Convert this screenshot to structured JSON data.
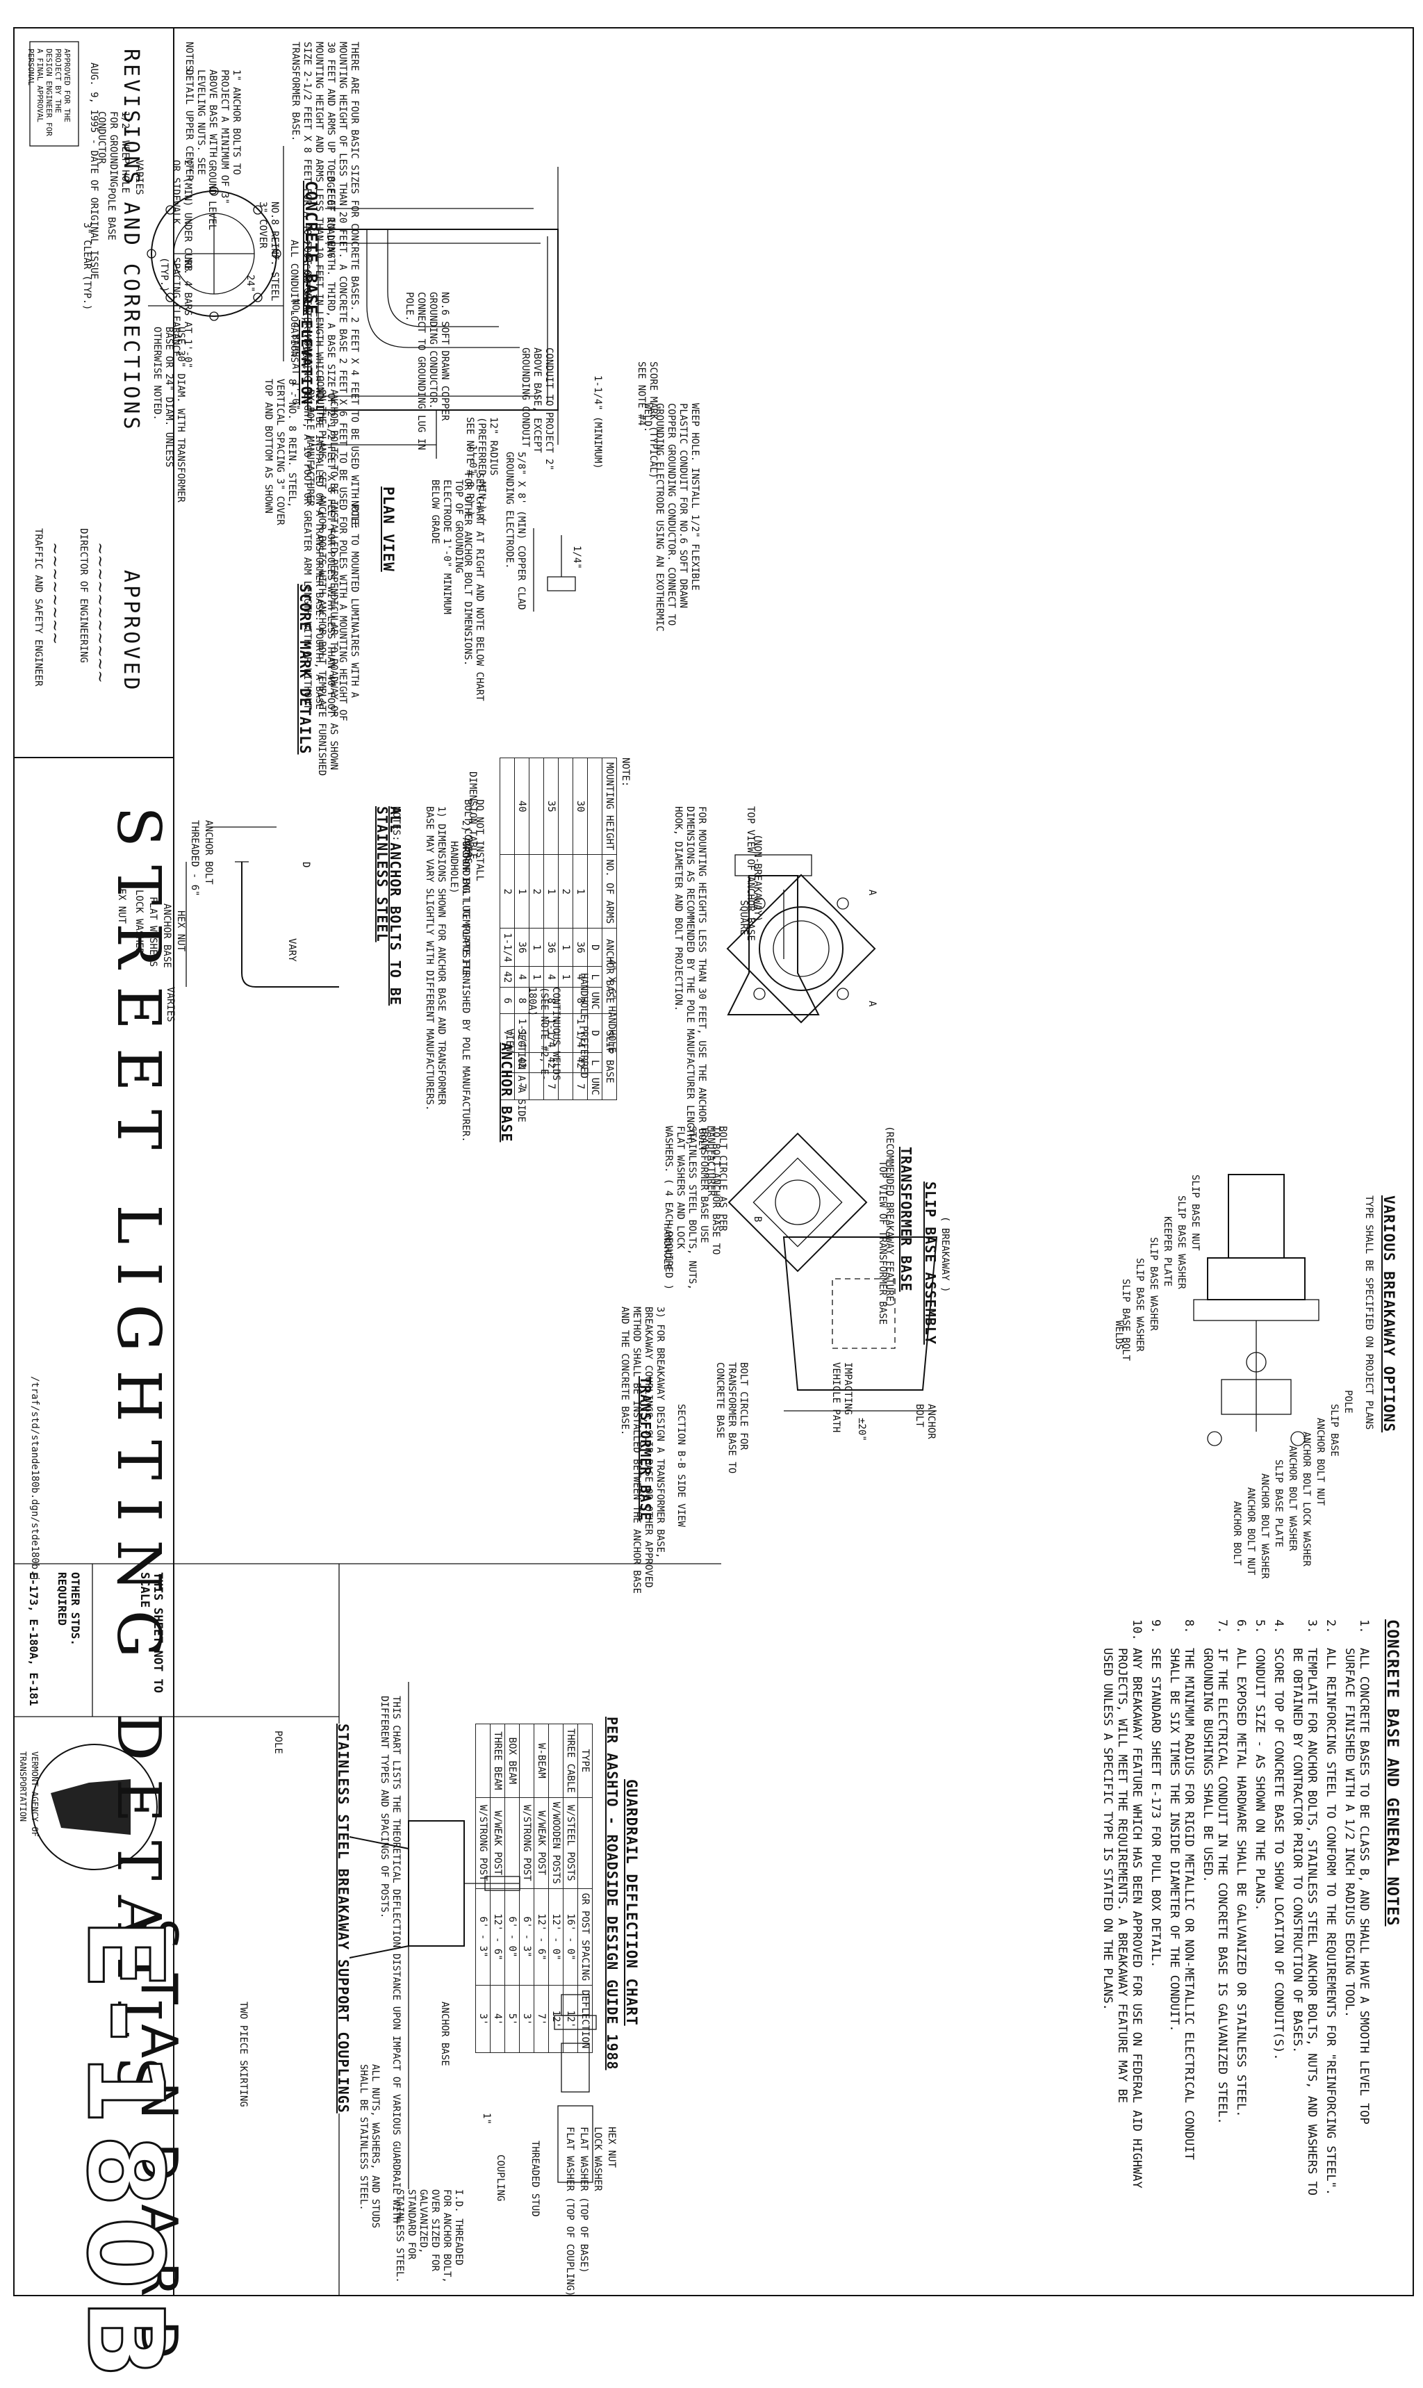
{
  "sheet": {
    "title": "STREET LIGHTING DETAILS",
    "standard_label": "STANDARD",
    "sheet_number": "E-180B",
    "agency": "VERMONT AGENCY OF TRANSPORTATION",
    "not_to_scale": "THIS SHEET NOT TO SCALE",
    "other_stds_label": "OTHER STDS. REQUIRED",
    "other_stds_value": "E-173, E-180A, E-181",
    "file_path": "/traf/std/stande180b.dgn/stde180b.j"
  },
  "revisions": {
    "heading": "REVISIONS AND CORRECTIONS",
    "entry": "AUG. 9, 1995 - DATE OF ORIGINAL ISSUE",
    "approved_heading": "APPROVED",
    "approver1_title": "DIRECTOR OF ENGINEERING",
    "approver2_title": "TRAFFIC AND SAFETY ENGINEER",
    "stamp": "APPROVED FOR THE PROJECT BY THE DESIGN ENGINEER FOR A FINAL APPROVAL PERSONAL"
  },
  "concrete_base": {
    "title": "CONCRETE BASE",
    "plan_view_title": "PLAN VIEW",
    "elevation_title": "ELEVATION",
    "score_title": "SCORE MARK DETAILS",
    "labels": {
      "edge_of_roadway": "EDGE OF ROADWAY",
      "pole_base": "POLE BASE",
      "clear": "3\" CLEAR (TYP.)",
      "varies": "VARIES",
      "weep": "1/2\" WEEP HOLE FOR GROUNDING CONDUCTOR",
      "anchor_note": "ANCHOR BOLTS TO BE INSTALLED PERPENDICULAR TO ROADWAY OR AS SHOWN ON THE PLANS. SET ANCHOR BOLTS WITH ANCHOR BOLT TEMPLATE FURNISHED BY POLE MANUFACTURER",
      "conduit": "CONDUIT",
      "score_mark": "2\" SCORE MARK, TYPICAL ALL CONDUIT LOCATIONS",
      "rebar_ties": "NO. 4 BARS AT 1'-0\"",
      "rebar_main": "8 - NO. 8 REIN. STEEL, VERTICAL SPACING 3\" COVER TOP AND BOTTOM AS SHOWN",
      "dia": "USE 30\" DIAM. WITH TRANSFORMER BASE OR 24\" DIAM. UNLESS OTHERWISE NOTED.",
      "dim24": "24\"",
      "see_chart": "SEE CHART AT RIGHT AND NOTE BELOW CHART FOR OTHER ANCHOR BOLT DIMENSIONS.",
      "notes_label": "NOTE:",
      "project_2in": "1\" ANCHOR BOLTS TO PROJECT A MINIMUM OF 3\" ABOVE BASE WITH LEVELING NUTS. SEE DETAIL UPPER CENTER.",
      "ground_level": "GROUND LEVEL",
      "under_curb": "2\" (MIN) UNDER CURB OR SIDEWALK.",
      "no6": "NO.6 SOFT DRAWN COPPER GROUNDING CONDUCTOR. CONNECT TO GROUNDING LUG IN POLE.",
      "conduit_project": "CONDUIT TO PROJECT 2\" ABOVE BASE, EXCEPT GROUNDING CONDUIT",
      "weep_install": "WEEP HOLE. INSTALL 1/2\" FLEXIBLE PLASTIC CONDUIT FOR NO.6 SOFT DRAWN COPPER GROUNDING CONDUCTOR. CONNECT TO GROUNDING ELECTRODE USING AN EXOTHERMIC WELD.",
      "top_electrode": "TOP OF GROUNDING ELECTRODE 1'-0\" MINIMUM BELOW GRADE",
      "ground_rod": "5/8\" X 8' (MIN) COPPER CLAD GROUNDING ELECTRODE.",
      "radius": "12\" RADIUS (PREFERRED MIN.) ( SEE NOTE # 8 R) )",
      "score_mark_typ": "SCORE MARK (TYPICAL) SEE NOTE #4",
      "min114": "1-1/4\" (MINIMUM)",
      "no8_cover": "NO.8 REINF. STEEL 3\" COVER",
      "bars4": "NO. 4 BARS AT 1'-0\" SPACING CLEARANCE (TYP.)",
      "one_ft": "1'-0\"",
      "dim_quarter": "1/4\"",
      "notes_bottom_label": "NOTES:",
      "notes_bottom": "THERE ARE FOUR BASIC SIZES FOR CONCRETE BASES. 2 FEET X 4 FEET TO BE USED WITH POLE TO MOUNTED LUMINAIRES WITH A MOUNTING HEIGHT OF LESS THAN 20 FEET. A CONCRETE BASE 2 FEET X 6 FEET TO BE USED FOR POLES WITH A MOUNTING HEIGHT OF 30 FEET AND ARMS UP TO 8 FEET IN LENGTH. THIRD, A BASE SIZE OF 2-1/2 FEET X 8 FEET FOR POLES WITH LESS THAN 40 FOOT MOUNTING HEIGHT AND ARMS LESS THAN 10 FEET IN LENGTH WHICH WILL BE INSTALLED ON A TRANSFORMER BASE. FOURTH, A BASE SIZE 2-1/2 FEET X 8 FEET FOR A 40 FOOT OR GREATER MOUNTING HEIGHT, A 10 FOOT OR GREATER ARM LENGTH WITH OR WITHOUT TRANSFORMER BASE."
    }
  },
  "anchor_bolts": {
    "title": "ALL ANCHOR BOLTS TO BE STAINLESS STEEL",
    "labels": [
      "HEX NUT",
      "LOCK WASHER",
      "FLAT WASHERS",
      "ANCHOR BASE",
      "HEX NUT",
      "THREADED - 6\"",
      "ANCHOR BOLT"
    ],
    "dim_labels": [
      "D",
      "VARY",
      "VARIES",
      "L",
      "UNC",
      "D"
    ],
    "table_title": "DIMENSION TABLE",
    "table_groups": [
      "MOUNTING HEIGHT",
      "NO. OF ARMS",
      "ANCHOR BASE",
      "SLIP BASE"
    ],
    "table_cols": [
      "D",
      "L",
      "UNC",
      "D",
      "L",
      "UNC"
    ],
    "table_rows": [
      [
        "30",
        "1",
        "1",
        "36",
        "4",
        "8",
        "1-1/4",
        "42",
        "6",
        "7"
      ],
      [
        "",
        "2",
        "1",
        "1",
        "",
        "",
        "",
        "",
        "",
        ""
      ],
      [
        "35",
        "1",
        "1",
        "36",
        "4",
        "8",
        "1-1/4",
        "42",
        "6",
        "7"
      ],
      [
        "",
        "2",
        "1",
        "1",
        "",
        "",
        "",
        "",
        "",
        ""
      ],
      [
        "40",
        "1",
        "1",
        "36",
        "4",
        "8",
        "1-1/4",
        "42",
        "6",
        "7"
      ],
      [
        "",
        "2",
        "1-1/4",
        "42",
        "6",
        "7",
        "",
        "",
        "",
        ""
      ]
    ],
    "note_label": "NOTE:",
    "note": "FOR MOUNTING HEIGHTS LESS THAN 30 FEET, USE THE ANCHOR BOLT DIMENSIONS AS RECOMMENDED BY THE POLE MANUFACTURER LENGTH, HOOK, DIAMETER AND BOLT PROJECTION."
  },
  "anchor_base": {
    "title": "ANCHOR BASE",
    "top_view": "TOP VIEW OF ANCHOR BASE",
    "non_breakaway": "(NON-BREAKAWAY)",
    "square": "SQUARE",
    "bolt_circle": "BOLT CIRCLE AS PER MANUFACTURER",
    "a": "A",
    "do_not_install": "DO NOT INSTALL BOLT COVERS",
    "grounding_lug": "GROUNDING LUG (OPPOSITE HANDHOLE)",
    "handhole": "HANDHOLE PREFERRED",
    "continuous": "CONTINUOUS WELDS (SEE NOTE #2, E-180A)",
    "size": "4\" X 6\" HANDHOLE",
    "section": "SECTION A-A SIDE VIEW",
    "notes_label": "NOTES:",
    "notes": [
      "1) DIMENSIONS SHOWN FOR ANCHOR BASE AND TRANSFORMER BASE MAY VARY SLIGHTLY WITH DIFFERENT MANUFACTURERS.",
      "2) ANCHOR BOLT TEMPLATE FURNISHED BY POLE MANUFACTURER."
    ]
  },
  "transformer_base": {
    "title": "TRANSFORMER BASE",
    "top_view": "TOP VIEW OF TRANSFORMER BASE",
    "recommended": "(RECOMMENDED BREAKAWAY FEATURE)",
    "handhole": "HANDHOLE",
    "bolt_circle": "BOLT CIRCLE FOR TRANSFORMER BASE TO CONCRETE BASE",
    "impacting": "IMPACTING VEHICLE PATH",
    "b": "B",
    "to_bolt": "TO BOLT ANCHOR BASE TO TRANSFORMER BASE USE STAINLESS STEEL BOLTS, NUTS, FLAT WASHERS AND LOCK WASHERS. ( 4 EACH REQUIRED )",
    "section": "SECTION B-B SIDE VIEW",
    "anchor_bolt": "ANCHOR BOLT",
    "dim20": "±20\"",
    "note3": "3) FOR BREAKAWAY DESIGN A TRANSFORMER BASE, BREAKAWAY COUPLINGS, SLIP BASE OR OTHER APPROVED METHOD SHALL BE INSTALLED BETWEEN THE ANCHOR BASE AND THE CONCRETE BASE."
  },
  "breakaway": {
    "title": "VARIOUS BREAKAWAY OPTIONS",
    "subtitle": "TYPE SHALL BE SPECIFIED ON PROJECT PLANS",
    "slip_title": "SLIP BASE ASSEMBLY",
    "slip_sub": "( BREAKAWAY )",
    "left_labels": [
      "SLIP BASE NUT",
      "SLIP BASE WASHER",
      "KEEPER PLATE",
      "SLIP BASE WASHER",
      "SLIP BASE WASHER",
      "SLIP BASE BOLT"
    ],
    "right_labels": [
      "POLE",
      "SLIP BASE",
      "ANCHOR BOLT NUT",
      "ANCHOR BOLT LOCK WASHER",
      "ANCHOR BOLT WASHER",
      "SLIP BASE PLATE",
      "ANCHOR BOLT WASHER",
      "ANCHOR BOLT NUT",
      "ANCHOR BOLT"
    ],
    "welds": "WELDS"
  },
  "general_notes": {
    "title": "CONCRETE BASE AND GENERAL NOTES",
    "items": [
      "1.  ALL CONCRETE BASES TO BE CLASS B, AND SHALL HAVE A SMOOTH LEVEL TOP\n    SURFACE FINISHED WITH A 1/2 INCH RADIUS EDGING TOOL.",
      "2.  ALL REINFORCING STEEL TO CONFORM TO THE REQUIREMENTS FOR \"REINFORCING STEEL\".",
      "3.  TEMPLATE FOR ANCHOR BOLTS, STAINLESS STEEL ANCHOR BOLTS, NUTS, AND WASHERS TO\n    BE OBTAINED BY CONTRACTOR PRIOR TO CONSTRUCTION OF BASES.",
      "4.  SCORE TOP OF CONCRETE BASE TO SHOW LOCATION OF CONDUIT(S).",
      "5.  CONDUIT SIZE - AS SHOWN ON THE PLANS.",
      "6.  ALL EXPOSED METAL HARDWARE SHALL BE GALVANIZED OR STAINLESS STEEL.",
      "7.  IF THE ELECTRICAL CONDUIT IN THE CONCRETE BASE IS GALVANIZED STEEL.\n    GROUNDING BUSHINGS SHALL BE USED.",
      "8.  THE MINIMUM RADIUS FOR RIGID METALLIC OR NON-METALLIC ELECTRICAL CONDUIT\n    SHALL BE SIX TIMES THE INSIDE DIAMETER OF THE CONDUIT.",
      "9.  SEE STANDARD SHEET E-173 FOR PULL BOX DETAIL.",
      "10. ANY BREAKAWAY FEATURE WHICH HAS BEEN APPROVED FOR USE ON FEDERAL AID HIGHWAY\n    PROJECTS, WILL MEET THE REQUIREMENTS. A BREAKAWAY FEATURE MAY BE\n    USED UNLESS A SPECIFIC TYPE IS STATED ON THE PLANS."
    ]
  },
  "guardrail": {
    "title": "GUARDRAIL DEFLECTION CHART",
    "subtitle": "PER AASHTO - ROADSIDE DESIGN GUIDE 1988",
    "headers": [
      "TYPE",
      "",
      "GR POST SPACING",
      "DEFLECTION"
    ],
    "rows": [
      [
        "THREE CABLE",
        "W/STEEL POSTS",
        "16' - 0\"",
        "12'"
      ],
      [
        "",
        "W/WOODEN POSTS",
        "12' - 0\"",
        "12'"
      ],
      [
        "W-BEAM",
        "W/WEAK POST",
        "12' - 6\"",
        "7'"
      ],
      [
        "",
        "W/STRONG POST",
        "6' - 3\"",
        "3'"
      ],
      [
        "BOX BEAM",
        "",
        "6' - 0\"",
        "5'"
      ],
      [
        "THREE BEAM",
        "W/WEAK POST",
        "12' - 6\"",
        "4'"
      ],
      [
        "",
        "W/STRONG POST",
        "6' - 3\"",
        "3'"
      ]
    ],
    "note": "THIS CHART LISTS THE THEORETICAL DEFLECTION DISTANCE UPON IMPACT OF VARIOUS GUARDRAIL WITH DIFFERENT TYPES AND SPACINGS OF POSTS."
  },
  "couplings": {
    "title": "STAINLESS STEEL BREAKAWAY SUPPORT COUPLINGS",
    "pole": "POLE",
    "skirting": "TWO PIECE SKIRTING",
    "anchor_base": "ANCHOR BASE",
    "hex_nut": "HEX NUT",
    "lock_washer": "LOCK WASHER",
    "flat_washer_top": "FLAT WASHER (TOP OF BASE)",
    "flat_washer_coupling": "FLAT WASHER (TOP OF COUPLING)",
    "threaded_stud": "THREADED STUD",
    "coupling": "COUPLING",
    "id_threaded": "I.D. THREADED FOR ANCHOR BOLT, OVER SIZED FOR GALVANIZED, STANDARD FOR STAINLESS STEEL.",
    "dim1": "1\"",
    "all_nuts": "ALL NUTS, WASHERS, AND STUDS SHALL BE STAINLESS STEEL."
  }
}
